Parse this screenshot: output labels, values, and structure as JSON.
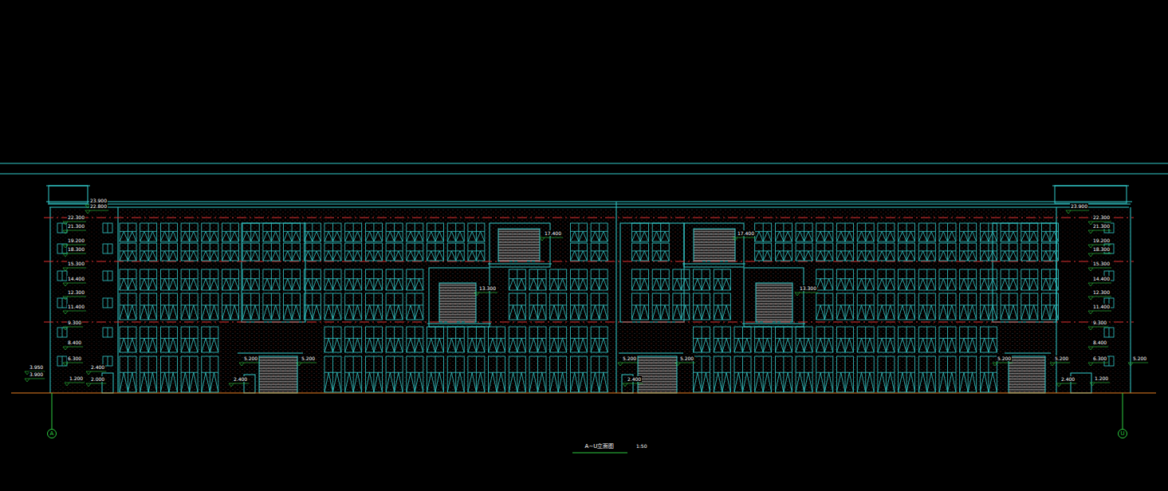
{
  "diagram": {
    "title": "A~U立面图",
    "nodes": [
      {
        "text": [
          "A"
        ]
      },
      {
        "text": [
          "U"
        ]
      }
    ],
    "labels": [
      "23.900",
      "22.800",
      "22.300",
      "21.300",
      "19.200",
      "18.300",
      "15.300",
      "14.400",
      "12.300",
      "11.400",
      "9.300",
      "8.400",
      "6.300",
      "3.950",
      "3.900",
      "1.200",
      "2.400",
      "2.000",
      "23.900",
      "22.300",
      "21.300",
      "19.200",
      "18.300",
      "15.300",
      "14.400",
      "12.300",
      "11.400",
      "9.300",
      "8.400",
      "6.300",
      "5.200",
      "1.200",
      "17.400",
      "17.400",
      "13.300",
      "13.300",
      "5.200",
      "5.200",
      "5.200",
      "5.200",
      "5.200",
      "5.200",
      "2.400",
      "2.400",
      "2.400",
      "1:50"
    ]
  }
}
